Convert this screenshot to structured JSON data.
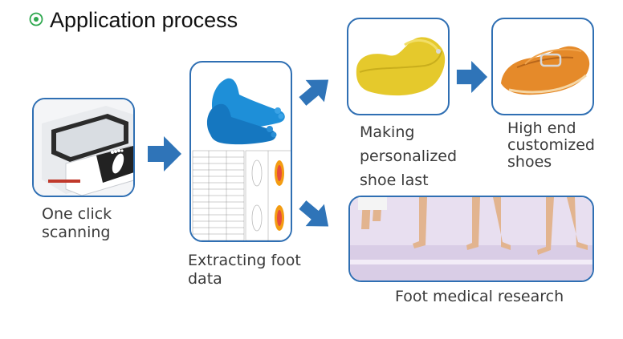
{
  "header": {
    "title": "Application process",
    "bullet_icon": "circle-dot-icon",
    "bullet_color": "#2fa84f"
  },
  "steps": [
    {
      "label": "One click\nscanning",
      "image": "foot-scanner-device"
    },
    {
      "label": "Extracting foot\ndata",
      "image": "3d-foot-model-and-data-sheet"
    },
    {
      "label": "Making\npersonalized\nshoe last",
      "image": "yellow-shoe-last"
    },
    {
      "label": "High end\ncustomized\nshoes",
      "image": "orange-loafer-shoe"
    },
    {
      "label": "Foot medical research",
      "image": "bare-feet-research-scene"
    }
  ],
  "colors": {
    "card_border": "#2f6fb3",
    "arrow": "#2f74b8",
    "label_text": "#3a3a3a"
  }
}
